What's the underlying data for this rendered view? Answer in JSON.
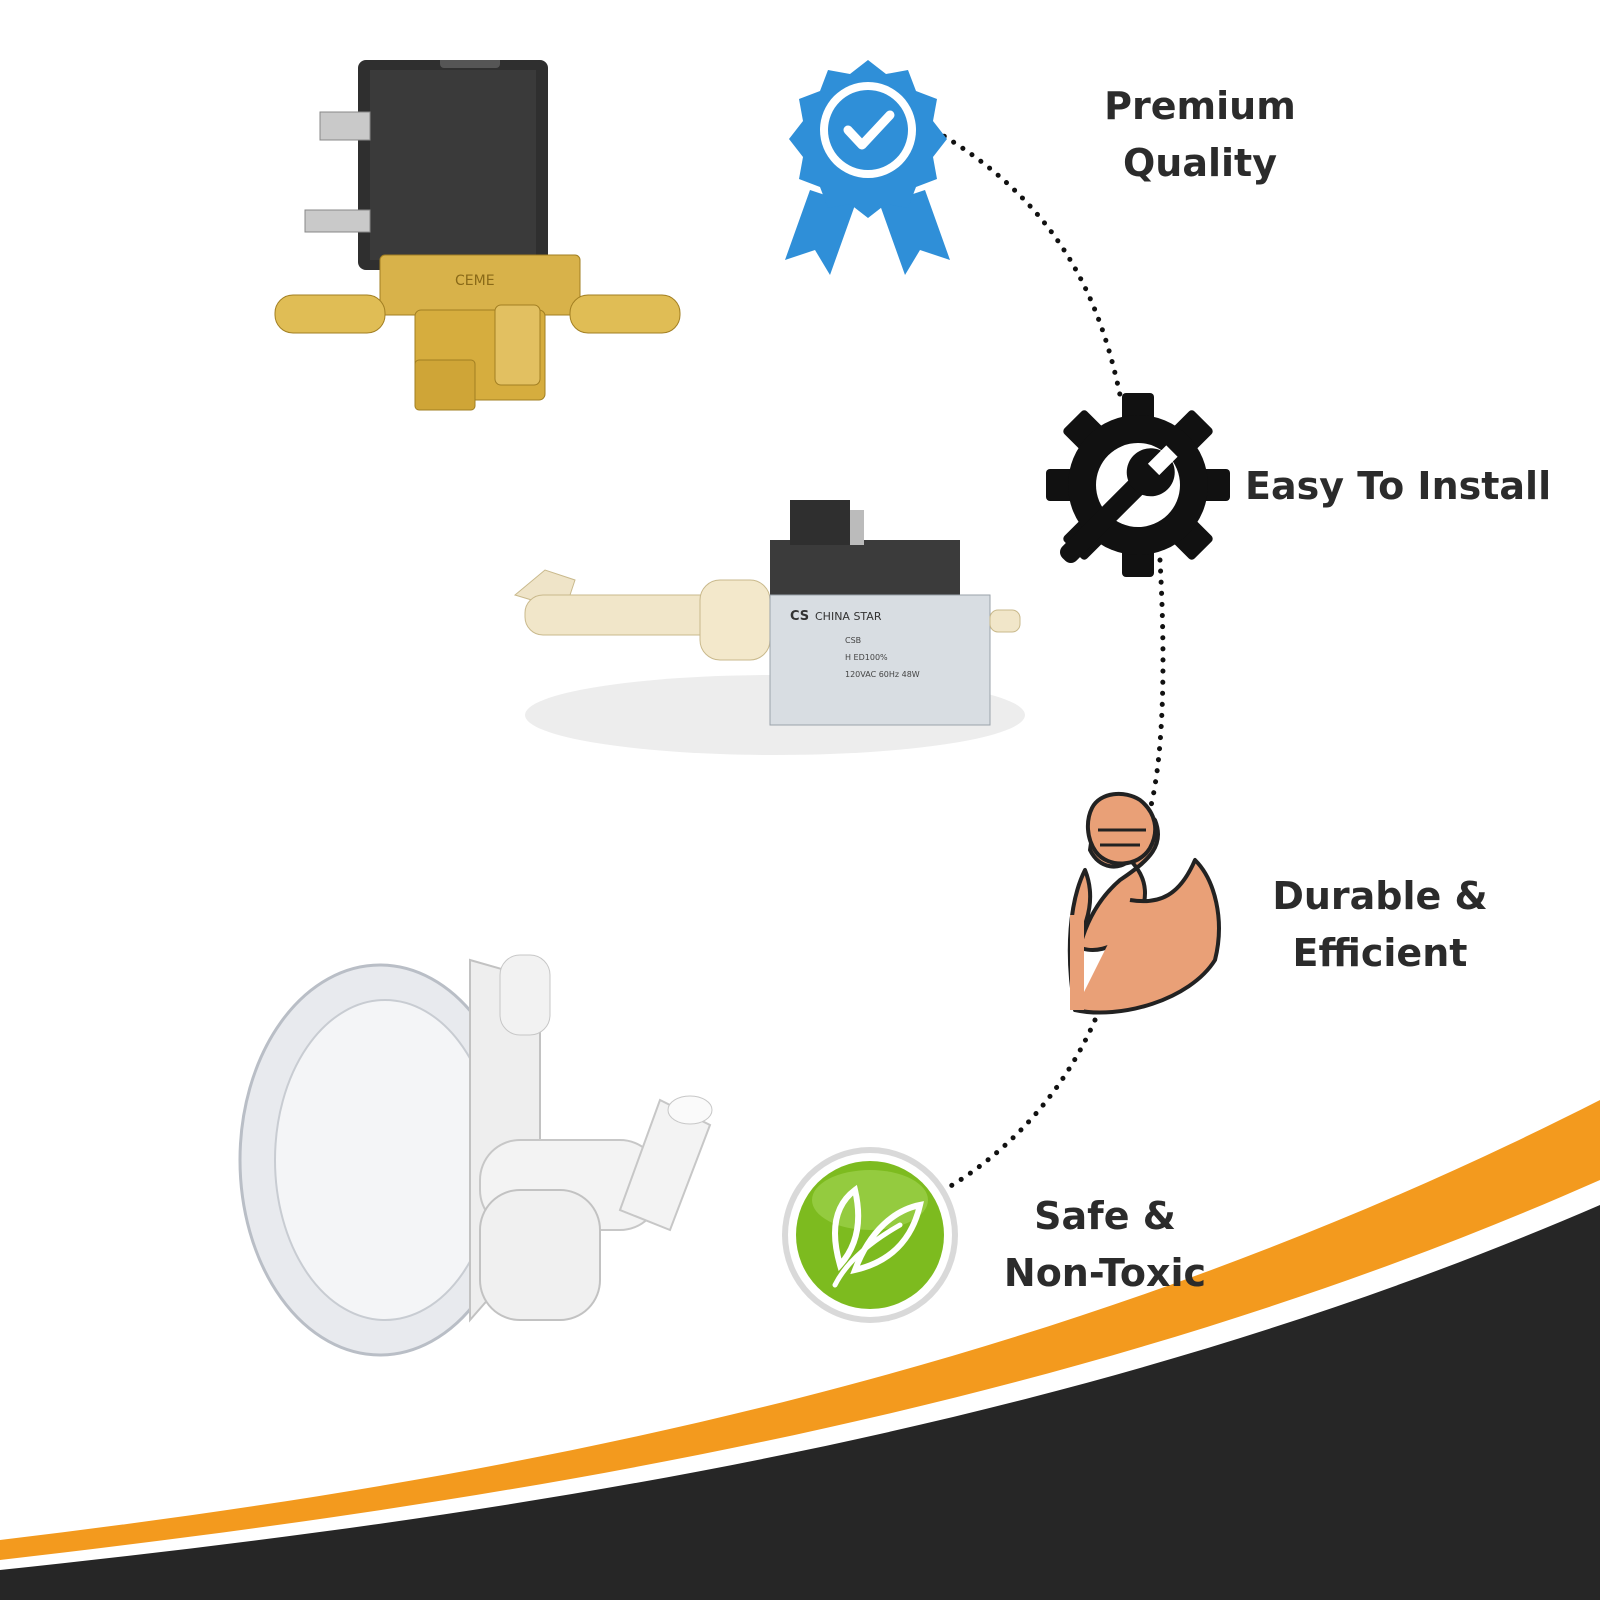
{
  "features": [
    {
      "id": "premium-quality",
      "icon": "badge-check-icon",
      "lines": [
        "Premium",
        "Quality"
      ]
    },
    {
      "id": "easy-install",
      "icon": "gear-wrench-icon",
      "lines": [
        "Easy To Install"
      ]
    },
    {
      "id": "durable",
      "icon": "flexed-arm-icon",
      "lines": [
        "Durable &",
        "Efficient"
      ]
    },
    {
      "id": "safe",
      "icon": "leaf-icon",
      "lines": [
        "Safe &",
        "Non-Toxic"
      ]
    }
  ],
  "products": {
    "valve_brand": "CEME",
    "pump_brand": "CS",
    "pump_name": "CHINA STAR",
    "pump_model": "CSB",
    "pump_class": "H ED100%",
    "pump_rating": "120VAC 60Hz 48W"
  },
  "colors": {
    "badge_blue": "#2f8fd8",
    "gear_black": "#111111",
    "arm_skin": "#e9a077",
    "leaf_green": "#7dbb1f",
    "swoosh_orange": "#f39a1e",
    "swoosh_dark": "#262626",
    "valve_brass": "#d8b24a",
    "valve_coil": "#2f2f2f"
  }
}
